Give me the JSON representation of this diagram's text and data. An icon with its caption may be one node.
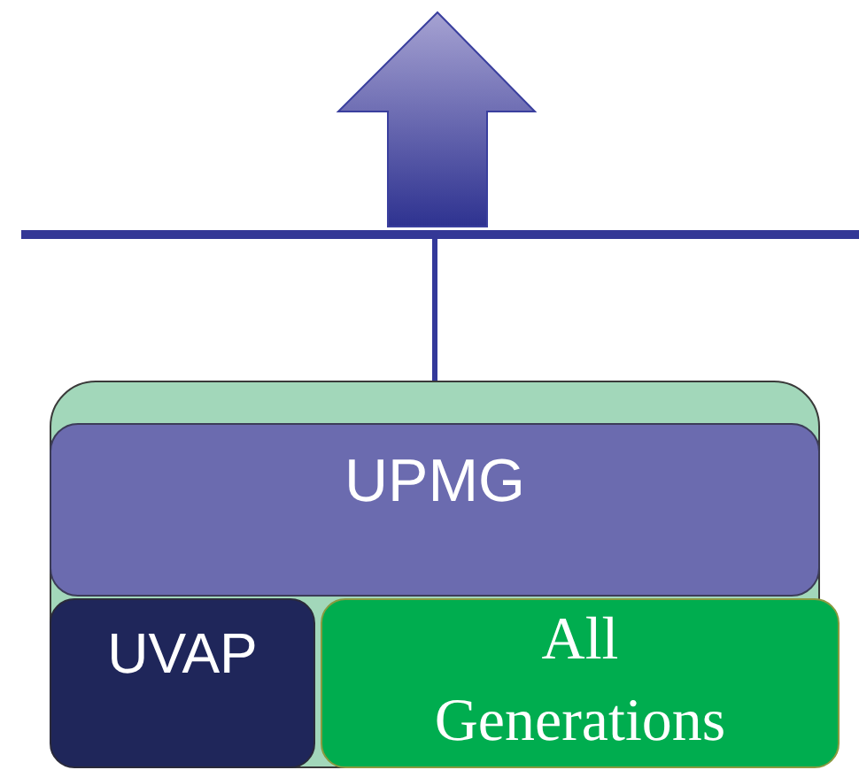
{
  "diagram": {
    "nodes": [
      {
        "text": [],
        "shape": "bar"
      },
      {
        "text": [],
        "shape": "box"
      },
      {
        "text": [
          "UPMG"
        ],
        "in": 1
      },
      {
        "text": [
          "UVAP"
        ],
        "in": 1
      },
      {
        "text": [
          "All Generations"
        ],
        "in": 1
      }
    ],
    "edges": [
      {
        "from": 0,
        "to": 1,
        "arrow": "none"
      }
    ]
  }
}
